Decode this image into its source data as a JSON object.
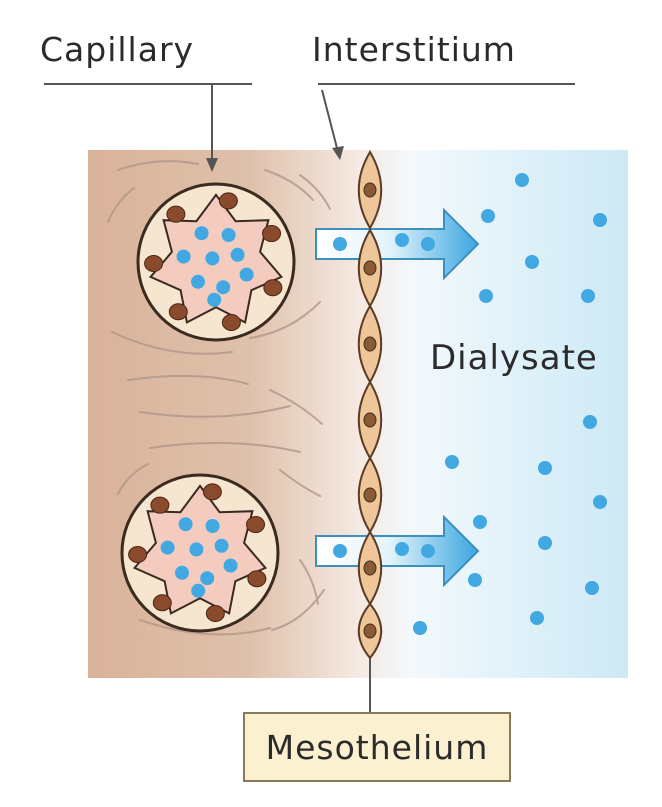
{
  "labels": {
    "capillary": "Capillary",
    "interstitium": "Interstitium",
    "dialysate": "Dialysate",
    "mesothelium": "Mesothelium"
  },
  "colors": {
    "tissue": "#d9b29a",
    "capillary_fill": "#f4cbbf",
    "endothelial_nucleus": "#8a4a2c",
    "solute": "#42a8e2",
    "dialysate": "#d6eef9",
    "mesothelial_cell": "#efc59a",
    "arrow": "#4fb3e6",
    "label_box": "#fbf0cf"
  }
}
